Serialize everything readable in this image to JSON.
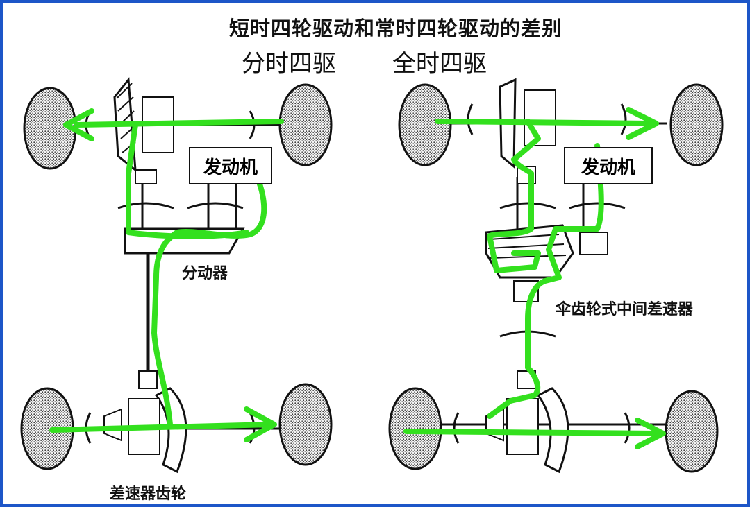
{
  "title": "短时四轮驱动和常时四轮驱动的差别",
  "subtitles": {
    "left": "分时四驱",
    "right": "全时四驱"
  },
  "labels": {
    "engine_left": "发动机",
    "engine_right": "发动机",
    "transfer_case": "分动器",
    "differential_gear": "差速器齿轮",
    "center_differential": "伞齿轮式中间差速器"
  },
  "colors": {
    "power_flow": "#33e01e",
    "frame_border": "#1d56c8",
    "line": "#111111"
  }
}
